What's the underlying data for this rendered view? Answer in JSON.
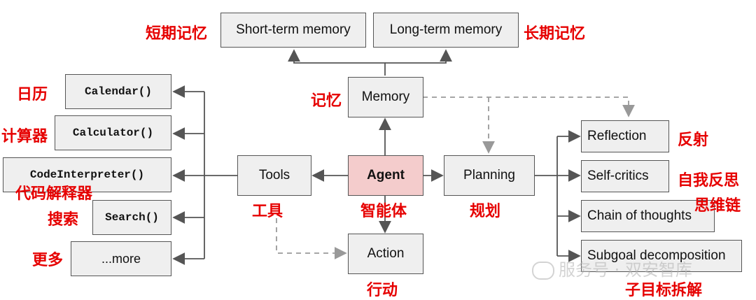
{
  "nodes": {
    "short_term": "Short-term memory",
    "long_term": "Long-term memory",
    "memory": "Memory",
    "agent": "Agent",
    "tools": "Tools",
    "planning": "Planning",
    "action": "Action",
    "calendar": "Calendar()",
    "calculator": "Calculator()",
    "code_interpreter": "CodeInterpreter()",
    "search": "Search()",
    "more": "...more",
    "reflection": "Reflection",
    "self_critics": "Self-critics",
    "chain_of_thoughts": "Chain of thoughts",
    "subgoal": "Subgoal decomposition"
  },
  "labels_cn": {
    "short_term": "短期记忆",
    "long_term": "长期记忆",
    "memory": "记忆",
    "calendar": "日历",
    "calculator": "计算器",
    "code_interpreter": "代码解释器",
    "search": "搜索",
    "more": "更多",
    "tools": "工具",
    "agent": "智能体",
    "planning": "规划",
    "action": "行动",
    "reflection": "反射",
    "self_critics": "自我反思",
    "chain_of_thoughts": "思维链",
    "subgoal": "子目标拆解"
  },
  "watermark": "服务号 · 双安智库",
  "colors": {
    "box_fill": "#efefef",
    "agent_fill": "#f4cccc",
    "label_red": "#e60000",
    "line": "#555555",
    "dashed": "#999999"
  }
}
